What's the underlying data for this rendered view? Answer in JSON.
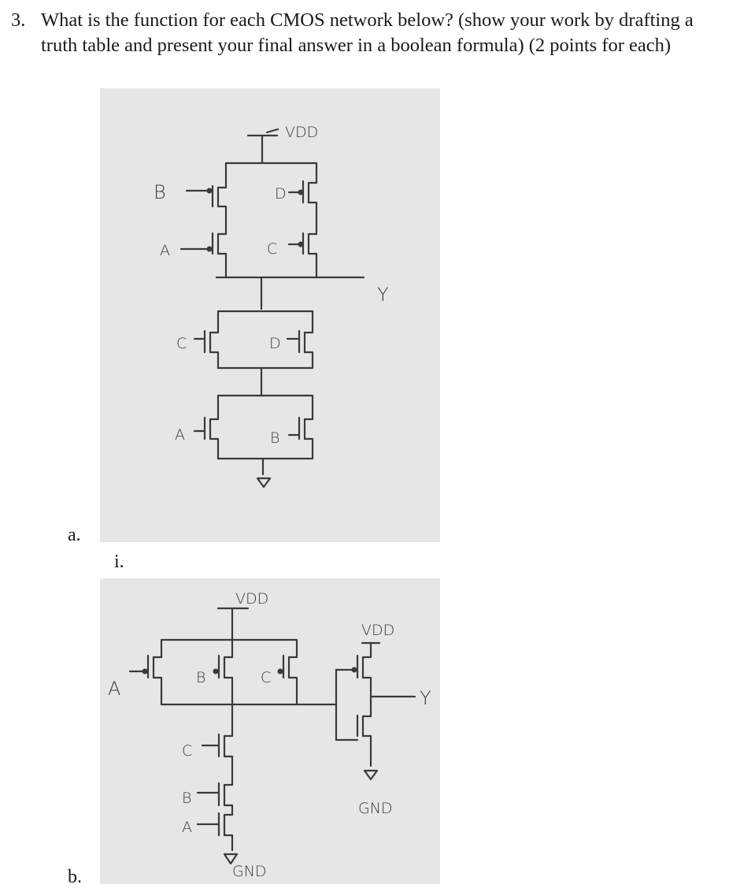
{
  "question": {
    "number": "3.",
    "text": "What is the function for each CMOS network below? (show your work by drafting a truth table and present your final answer in a boolean formula) (2 points for each)"
  },
  "parts": {
    "a_label": "a.",
    "a_sub_label": "i.",
    "b_label": "b."
  },
  "circuit_a": {
    "vdd": "VDD",
    "output": "Y",
    "inputs": {
      "pmos_left_top": "B",
      "pmos_left_bottom": "A",
      "pmos_right_top": "D",
      "pmos_right_bottom": "C",
      "nmos_c": "C",
      "nmos_d": "D",
      "nmos_a": "A",
      "nmos_b": "B"
    }
  },
  "circuit_b": {
    "vdd_main": "VDD",
    "vdd_inv": "VDD",
    "gnd_main": "GND",
    "gnd_inv": "GND",
    "output": "Y",
    "inputs": {
      "pmos_a": "A",
      "pmos_b": "B",
      "pmos_c": "C",
      "nmos_c": "C",
      "nmos_b": "B",
      "nmos_a": "A"
    }
  }
}
